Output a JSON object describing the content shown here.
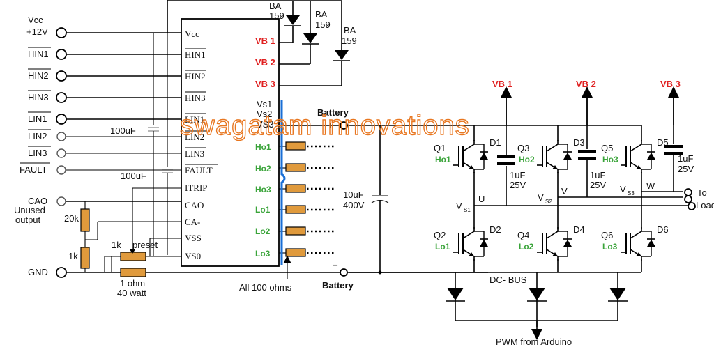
{
  "inputs": [
    "Vcc\n+12V",
    "HIN1",
    "HIN2",
    "HIN3",
    "LIN1",
    "LIN2",
    "LIN3",
    "FAULT",
    "CAO",
    "GND"
  ],
  "input_vcc_line1": "Vcc",
  "input_vcc_line2": "+12V",
  "unused_output": [
    "Unused",
    "output"
  ],
  "ic_pins_left": [
    "Vcc",
    "HIN1",
    "HIN2",
    "HIN3",
    "LIN1",
    "LIN2",
    "LIN3",
    "FAULT",
    "ITRIP",
    "CAO",
    "CA-",
    "VSS",
    "VS0"
  ],
  "ic_pins_right_red": [
    "VB 1",
    "VB 2",
    "VB 3"
  ],
  "ic_pins_right_vs": [
    "Vs1",
    "Vs2",
    "VS3"
  ],
  "ic_pins_right_green": [
    "Ho1",
    "Ho2",
    "Ho3",
    "Lo1",
    "Lo2",
    "Lo3"
  ],
  "diodes_top": [
    "BA\n159",
    "BA\n159",
    "BA\n159"
  ],
  "ba": "BA",
  "ba_num": "159",
  "cap_100uF_a": "100uF",
  "cap_100uF_b": "100uF",
  "res_20k": "20k",
  "res_1k": "1k",
  "res_1k_preset": "1k",
  "preset": "preset",
  "res_1ohm": "1 ohm",
  "res_40watt": "40 watt",
  "all_100_ohms": "All 100 ohms",
  "battery_top": "Battery",
  "battery_bottom": "Battery",
  "plus": "+",
  "minus": "−",
  "dc_cap": [
    "10uF",
    "400V"
  ],
  "vb_outputs": [
    "VB 1",
    "VB 2",
    "VB 3"
  ],
  "transistors_high": [
    "Q1",
    "Q3",
    "Q5"
  ],
  "transistors_low": [
    "Q2",
    "Q4",
    "Q6"
  ],
  "diodes_high": [
    "D1",
    "D3",
    "D5"
  ],
  "diodes_low": [
    "D2",
    "D4",
    "D6"
  ],
  "gate_high": [
    "Ho1",
    "Ho2",
    "Ho3"
  ],
  "gate_low": [
    "Lo1",
    "Lo2",
    "Lo3"
  ],
  "boot_caps": [
    "1uF",
    "25V"
  ],
  "phases": [
    "U",
    "V",
    "W"
  ],
  "vs_nodes": [
    "V",
    "V",
    "V"
  ],
  "vs_subs": [
    "S1",
    "S2",
    "S3"
  ],
  "to_load": [
    "To",
    "Load"
  ],
  "dc_bus": "DC- BUS",
  "pwm": "PWM from Arduino",
  "watermark": "swagatam innovations"
}
